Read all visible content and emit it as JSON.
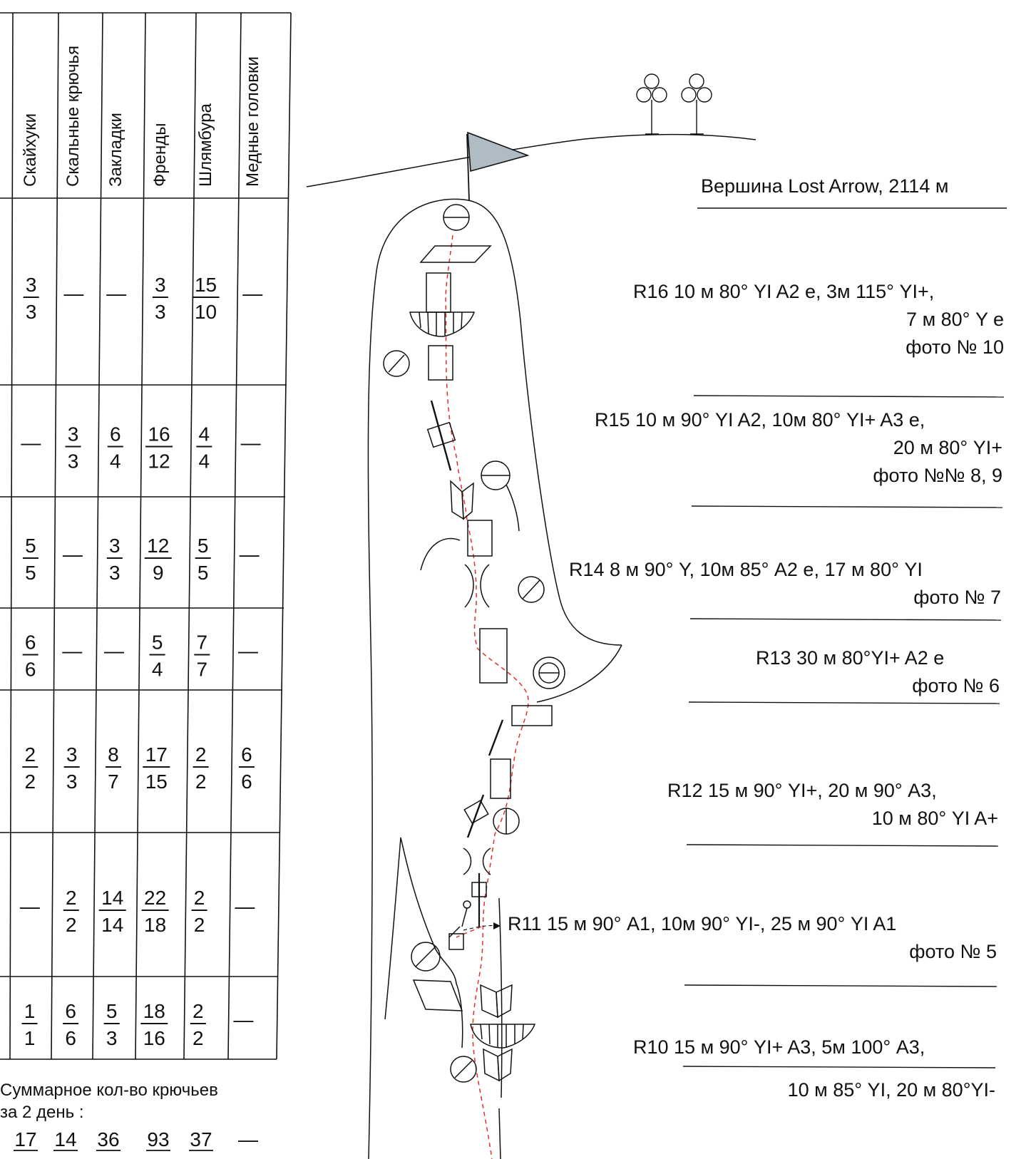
{
  "table": {
    "headers": [
      "Скайхуки",
      "Скальные крючья",
      "Закладки",
      "Френды",
      "Шлямбура",
      "Медные головки"
    ],
    "rows": [
      {
        "pitch": "R16",
        "cells": [
          [
            "3",
            "3"
          ],
          "—",
          "—",
          [
            "3",
            "3"
          ],
          [
            "15",
            "10"
          ],
          "—"
        ]
      },
      {
        "pitch": "R15",
        "cells": [
          "—",
          [
            "3",
            "3"
          ],
          [
            "6",
            "4"
          ],
          [
            "16",
            "12"
          ],
          [
            "4",
            "4"
          ],
          "—"
        ]
      },
      {
        "pitch": "R14",
        "cells": [
          [
            "5",
            "5"
          ],
          "—",
          [
            "3",
            "3"
          ],
          [
            "12",
            "9"
          ],
          [
            "5",
            "5"
          ],
          "—"
        ]
      },
      {
        "pitch": "R13",
        "cells": [
          [
            "6",
            "6"
          ],
          "—",
          "—",
          [
            "5",
            "4"
          ],
          [
            "7",
            "7"
          ],
          "—"
        ]
      },
      {
        "pitch": "R12",
        "cells": [
          [
            "2",
            "2"
          ],
          [
            "3",
            "3"
          ],
          [
            "8",
            "7"
          ],
          [
            "17",
            "15"
          ],
          [
            "2",
            "2"
          ],
          [
            "6",
            "6"
          ]
        ]
      },
      {
        "pitch": "R11",
        "cells": [
          "—",
          [
            "2",
            "2"
          ],
          [
            "14",
            "14"
          ],
          [
            "22",
            "18"
          ],
          [
            "2",
            "2"
          ],
          "—"
        ]
      },
      {
        "pitch": "R10",
        "cells": [
          [
            "1",
            "1"
          ],
          [
            "6",
            "6"
          ],
          [
            "5",
            "3"
          ],
          [
            "18",
            "16"
          ],
          [
            "2",
            "2"
          ],
          "—"
        ]
      }
    ]
  },
  "summary": {
    "label_line1": "Суммарное кол-во крючьев",
    "label_line2": "за 2 день :",
    "totals": [
      "17",
      "14",
      "36",
      "93",
      "37",
      "—"
    ]
  },
  "topo": {
    "summit": "Вершина Lost Arrow, 2114 м",
    "pitches": [
      {
        "id": "R16",
        "lines": [
          "R16  10 м 80° YI A2 e, 3м 115° YI+,",
          "7 м 80° Y e",
          "фото № 10"
        ]
      },
      {
        "id": "R15",
        "lines": [
          "R15  10 м 90° YI A2, 10м 80° YI+ A3 e,",
          "20 м 80° YI+",
          "фото №№ 8, 9"
        ]
      },
      {
        "id": "R14",
        "lines": [
          "R14  8 м 90° Y, 10м 85° A2 e, 17 м 80° YI",
          "фото № 7"
        ]
      },
      {
        "id": "R13",
        "lines": [
          "R13  30 м 80°YI+  A2 e",
          "фото № 6"
        ]
      },
      {
        "id": "R12",
        "lines": [
          "R12 15 м 90° YI+,  20 м 90° A3,",
          "10 м 80° YI A+"
        ]
      },
      {
        "id": "R11",
        "lines": [
          "R11   15 м 90° A1,  10м 90° YI-,  25 м 90° YI A1",
          "фото № 5"
        ]
      },
      {
        "id": "R10",
        "lines": [
          "R10  15 м 90° YI+ A3, 5м 100° A3,",
          "10 м 85° YI, 20 м 80°YI-"
        ]
      }
    ]
  },
  "colors": {
    "ink": "#111111",
    "route": "#e0302a",
    "flag": "#b0bcc4"
  }
}
